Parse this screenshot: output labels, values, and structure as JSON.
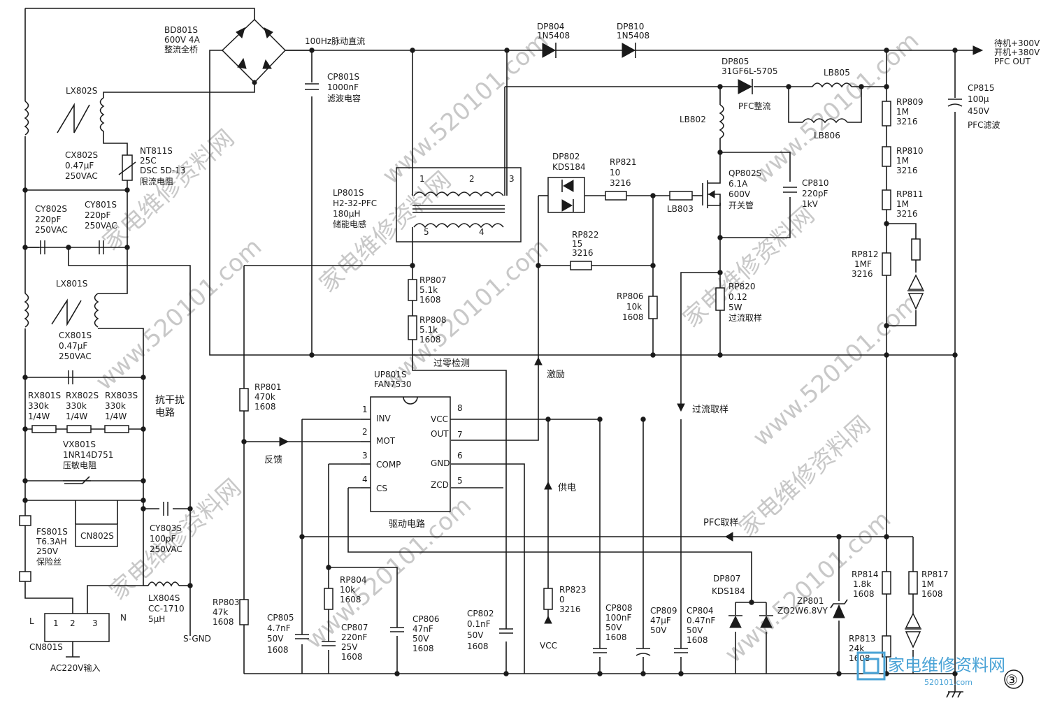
{
  "watermark": {
    "site": "www.520101.com",
    "site_cn": "家电维修资料网",
    "logo_text": "家电维修资料网",
    "logo_url": "520101.com"
  },
  "figure_number": "③",
  "input": {
    "connector": "CN801S",
    "pins": [
      "1",
      "2",
      "3"
    ],
    "L": "L",
    "N": "N",
    "source": "AC220V输入",
    "sgnd": "S-GND",
    "cn802": "CN802S"
  },
  "components": {
    "bd801": [
      "BD801S",
      "600V 4A",
      "整流全桥"
    ],
    "lx802": [
      "LX802S"
    ],
    "nt811": [
      "NT811S",
      "25C",
      "DSC 5D-13",
      "限流电阻"
    ],
    "cx802": [
      "CX802S",
      "0.47μF",
      "250VAC"
    ],
    "cy802": [
      "CY802S",
      "220pF",
      "250VAC"
    ],
    "cy801": [
      "CY801S",
      "220pF",
      "250VAC"
    ],
    "lx801": [
      "LX801S"
    ],
    "cx801": [
      "CX801S",
      "0.47μF",
      "250VAC"
    ],
    "rx801": [
      "RX801S",
      "330k",
      "1/4W"
    ],
    "rx802": [
      "RX802S",
      "330k",
      "1/4W"
    ],
    "rx803": [
      "RX803S",
      "330k",
      "1/4W"
    ],
    "anti": [
      "抗干扰",
      "电路"
    ],
    "vx801": [
      "VX801S",
      "1NR14D751",
      "压敏电阻"
    ],
    "fs801": [
      "FS801S",
      "T6.3AH",
      "250V",
      "保险丝"
    ],
    "cy803": [
      "CY803S",
      "100pF",
      "250VAC"
    ],
    "lx804": [
      "LX804S",
      "CC-1710",
      "5μH"
    ],
    "cp801": [
      "CP801S",
      "1000nF",
      "滤波电容"
    ],
    "lp801": [
      "LP801S",
      "H2-32-PFC",
      "180μH",
      "储能电感"
    ],
    "lp_pins": [
      "1",
      "2",
      "3",
      "5",
      "4"
    ],
    "dp804": [
      "DP804",
      "1N5408"
    ],
    "dp810": [
      "DP810",
      "1N5408"
    ],
    "dp805": [
      "DP805",
      "31GF6L-5705"
    ],
    "pfc_rect": "PFC整流",
    "lb805": "LB805",
    "lb806": "LB806",
    "lb802": "LB802",
    "lb803": "LB803",
    "dp802": [
      "DP802",
      "KDS184"
    ],
    "rp821": [
      "RP821",
      "10",
      "3216"
    ],
    "rp822": [
      "RP822",
      "15",
      "3216"
    ],
    "qp802": [
      "QP802S",
      "6.1A",
      "600V",
      "开关管"
    ],
    "cp810": [
      "CP810",
      "220pF",
      "1kV"
    ],
    "rp806": [
      "RP806",
      "10k",
      "1608"
    ],
    "rp820": [
      "RP820",
      "0.12",
      "5W",
      "过流取样"
    ],
    "rp809": [
      "RP809",
      "1M",
      "3216"
    ],
    "rp810": [
      "RP810",
      "1M",
      "3216"
    ],
    "rp811": [
      "RP811",
      "1M",
      "3216"
    ],
    "rp812": [
      "RP812",
      "1MF",
      "3216"
    ],
    "cp815": [
      "CP815",
      "100μ",
      "450V",
      "PFC滤波"
    ],
    "rp807": [
      "RP807",
      "5.1k",
      "1608"
    ],
    "rp808": [
      "RP808",
      "5.1k",
      "1608"
    ],
    "rp801": [
      "RP801",
      "470k",
      "1608"
    ],
    "rp803": [
      "RP803",
      "47k",
      "1608"
    ],
    "rp804": [
      "RP804",
      "10k",
      "1608"
    ],
    "cp805": [
      "CP805",
      "4.7nF",
      "50V",
      "1608"
    ],
    "cp807": [
      "CP807",
      "220nF",
      "25V",
      "1608"
    ],
    "cp806": [
      "CP806",
      "47nF",
      "50V",
      "1608"
    ],
    "cp802": [
      "CP802",
      "0.1nF",
      "50V",
      "1608"
    ],
    "rp823": [
      "RP823",
      "0",
      "3216"
    ],
    "cp808": [
      "CP808",
      "100nF",
      "50V",
      "1608"
    ],
    "cp809": [
      "CP809",
      "47μF",
      "50V"
    ],
    "cp804": [
      "CP804",
      "0.47nF",
      "50V",
      "1608"
    ],
    "dp807": [
      "DP807",
      "KDS184"
    ],
    "zp801": [
      "ZP801",
      "ZO2W6.8VY"
    ],
    "rp814": [
      "RP814",
      "1.8k",
      "1608"
    ],
    "rp813": [
      "RP813",
      "24k",
      "1608"
    ],
    "rp817": [
      "RP817",
      "1M",
      "1608"
    ]
  },
  "ic": {
    "name": "UP801S",
    "part": "FAN7530",
    "caption": "驱动电路",
    "left_pins": [
      {
        "num": "1",
        "name": "INV"
      },
      {
        "num": "2",
        "name": "MOT"
      },
      {
        "num": "3",
        "name": "COMP"
      },
      {
        "num": "4",
        "name": "CS"
      }
    ],
    "right_pins": [
      {
        "num": "8",
        "name": "VCC"
      },
      {
        "num": "7",
        "name": "OUT"
      },
      {
        "num": "6",
        "name": "GND"
      },
      {
        "num": "5",
        "name": "ZCD"
      }
    ]
  },
  "signals": {
    "pulse_dc": "100Hz脉动直流",
    "output": [
      "待机+300V",
      "开机+380V",
      "PFC OUT"
    ],
    "zero_detect": "过零检测",
    "excite": "激励",
    "feedback": "反馈",
    "overcurrent": "过流取样",
    "supply": "供电",
    "pfc_sample": "PFC取样",
    "vcc": "VCC"
  }
}
